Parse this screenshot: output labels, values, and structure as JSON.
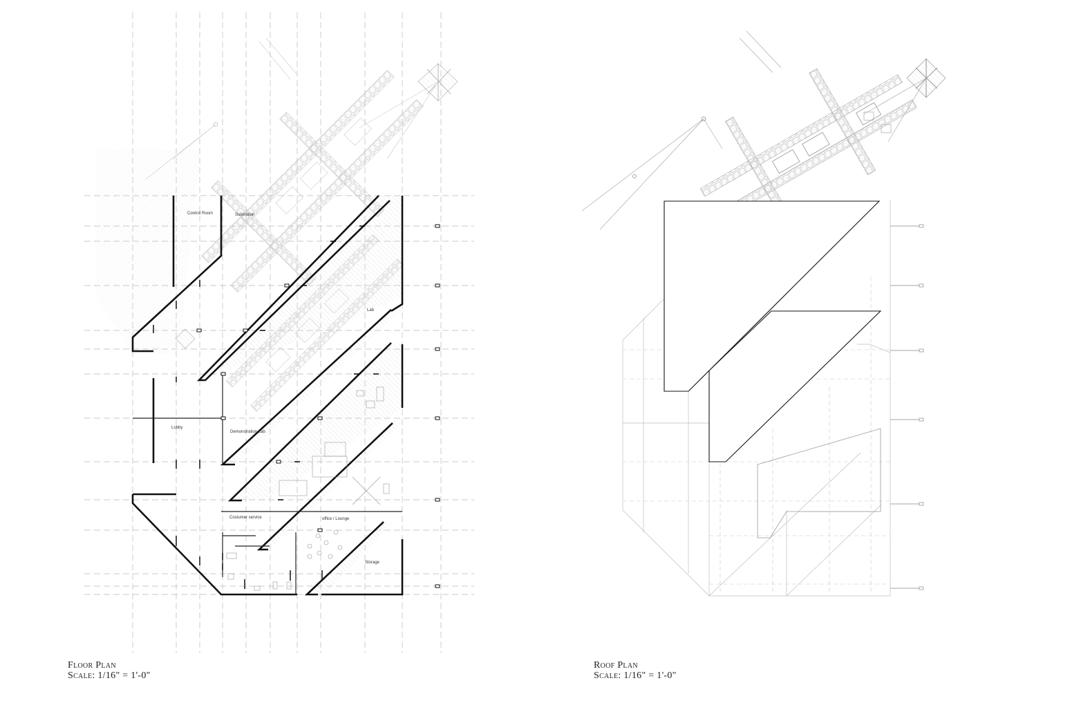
{
  "drawings": [
    {
      "title": "Floor Plan",
      "scale": "Scale: 1/16\" = 1'-0\"",
      "rooms": {
        "control_room": "Control Room",
        "substation": "Substation",
        "lab": "Lab",
        "lobby": "Lobby",
        "demonstration_lab": "Demonstration Lab",
        "costumer_service": "Costumer service",
        "office_lounge": "office / Lounge",
        "storage": "Storage"
      }
    },
    {
      "title": "Roof Plan",
      "scale": "Scale: 1/16\" = 1'-0\""
    }
  ],
  "colors": {
    "wall": "#111111",
    "grid": "#b8b8b8",
    "ghost": "#c9c9c9",
    "hatch": "#d6d6d6"
  }
}
